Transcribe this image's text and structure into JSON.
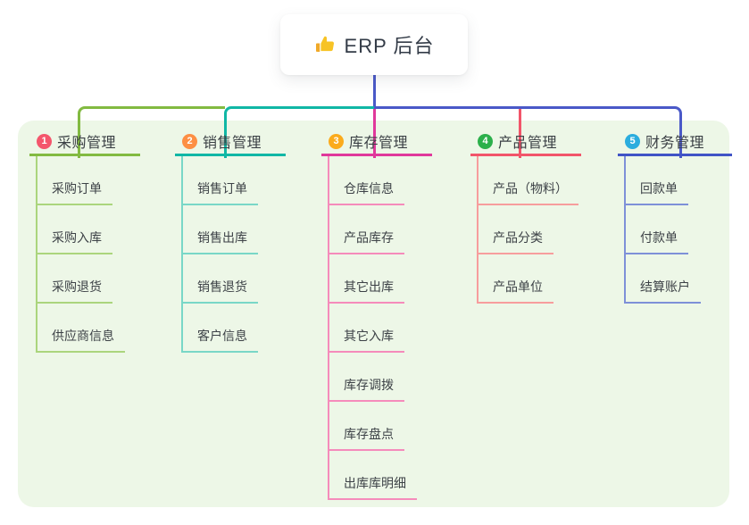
{
  "root": {
    "title": "ERP 后台",
    "icon": "thumbs-up-icon"
  },
  "panel": {
    "background": "#edf7e7"
  },
  "connectors": {
    "root_line": "#4a59c8",
    "branch_1_line": "#82ba41",
    "branch_2_line": "#10b7a5",
    "branch_3_drop": "#e0389b",
    "branch_4_drop": "#f2556a",
    "branch_5_line": "#4a59c8"
  },
  "branches": [
    {
      "number": "1",
      "title": "采购管理",
      "badge_color": "#f4566c",
      "line_color": "#82ba41",
      "child_line_color": "#abd57d",
      "children": [
        "采购订单",
        "采购入库",
        "采购退货",
        "供应商信息"
      ]
    },
    {
      "number": "2",
      "title": "销售管理",
      "badge_color": "#fd8f44",
      "line_color": "#10b7a5",
      "child_line_color": "#79d7c7",
      "children": [
        "销售订单",
        "销售出库",
        "销售退货",
        "客户信息"
      ]
    },
    {
      "number": "3",
      "title": "库存管理",
      "badge_color": "#fbab1c",
      "line_color": "#e0389b",
      "child_line_color": "#f58bbb",
      "children": [
        "仓库信息",
        "产品库存",
        "其它出库",
        "其它入库",
        "库存调拨",
        "库存盘点",
        "出库库明细"
      ]
    },
    {
      "number": "4",
      "title": "产品管理",
      "badge_color": "#2cb04b",
      "line_color": "#f2556a",
      "child_line_color": "#f79d9d",
      "children": [
        "产品（物料）",
        "产品分类",
        "产品单位"
      ]
    },
    {
      "number": "5",
      "title": "财务管理",
      "badge_color": "#2badde",
      "line_color": "#4054c6",
      "child_line_color": "#7e90d8",
      "children": [
        "回款单",
        "付款单",
        "结算账户"
      ]
    }
  ]
}
